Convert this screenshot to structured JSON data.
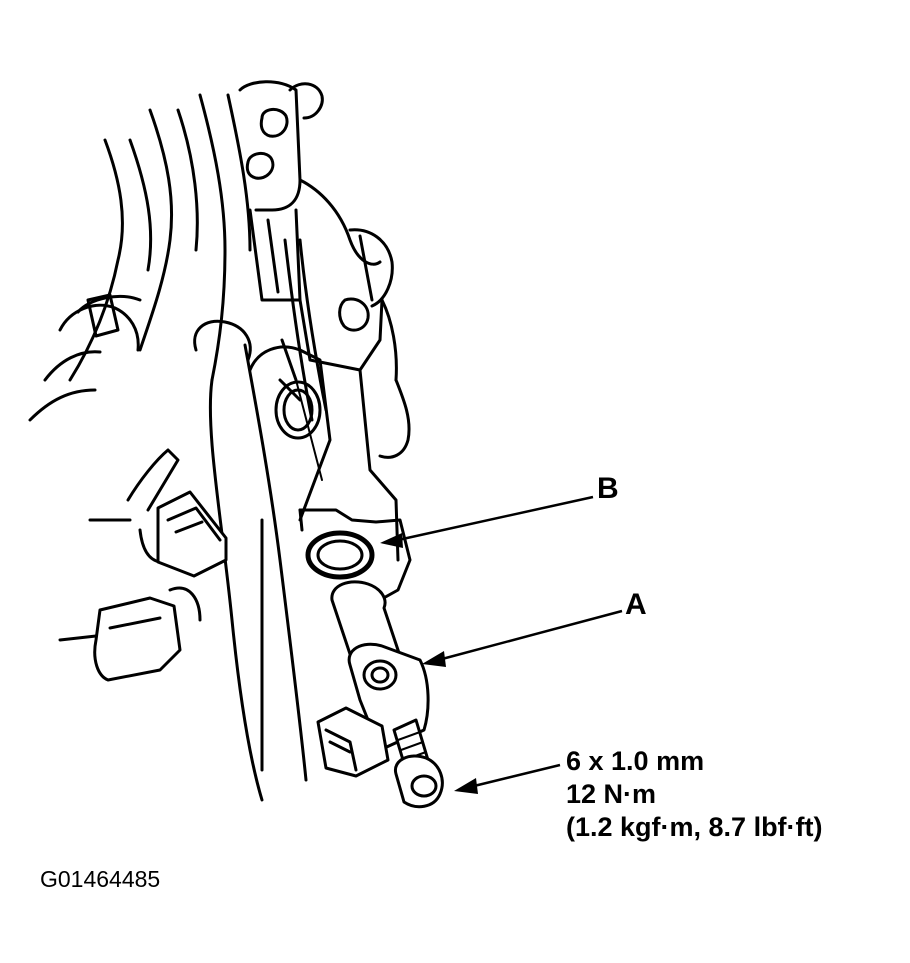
{
  "labels": {
    "part_a": "A",
    "part_b": "B"
  },
  "torque_spec": {
    "bolt_size": "6 x 1.0 mm",
    "torque_nm": "12 N·m",
    "torque_alt": "(1.2 kgf·m, 8.7 lbf·ft)"
  },
  "figure_id": "G01464485",
  "colors": {
    "line": "#000000",
    "background": "#ffffff"
  }
}
